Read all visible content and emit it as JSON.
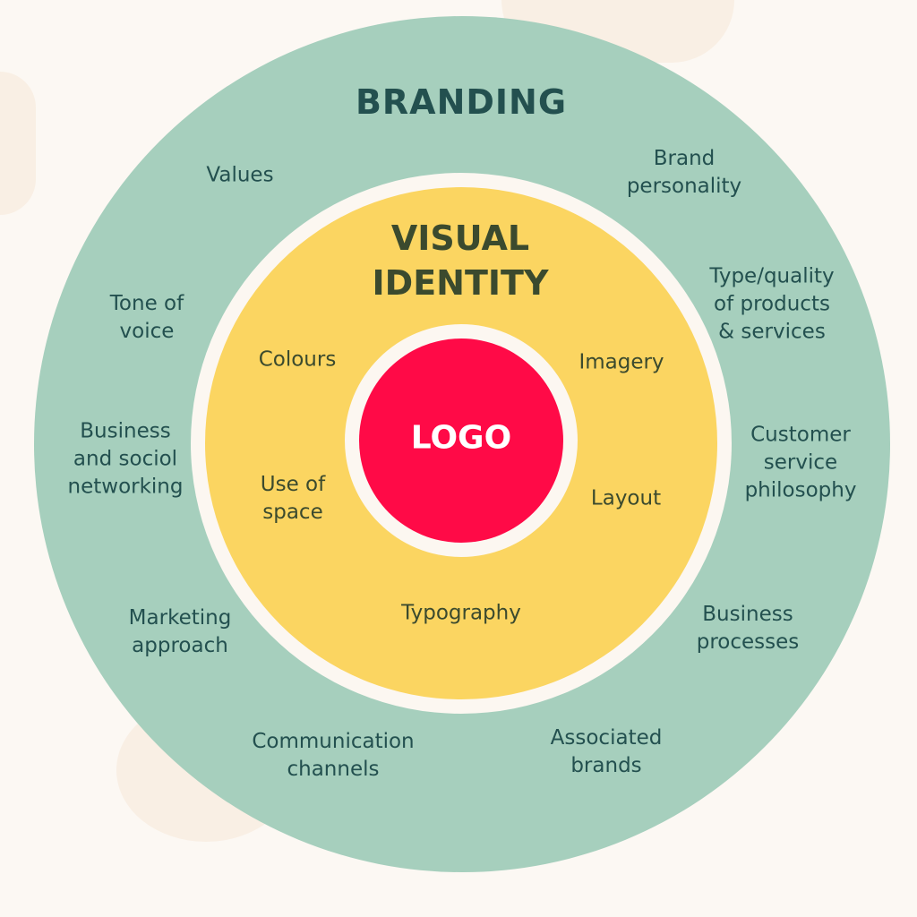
{
  "colors": {
    "outer": "#a6cfbd",
    "ring": "#fcf7f1",
    "visual": "#fbd561",
    "logo": "#ff0a47",
    "text": "#23504f"
  },
  "branding": {
    "title": "BRANDING",
    "items": [
      "Values",
      "Brand\npersonality",
      "Tone of\nvoice",
      "Type/quality\nof products\n& services",
      "Business\nand sociol\nnetworking",
      "Customer\nservice\nphilosophy",
      "Marketing\napproach",
      "Business\nprocesses",
      "Communication\nchannels",
      "Associated\nbrands"
    ]
  },
  "visual_identity": {
    "title": "VISUAL\nIDENTITY",
    "items": [
      "Colours",
      "Imagery",
      "Use of\nspace",
      "Layout",
      "Typography"
    ]
  },
  "logo": {
    "label": "LOGO"
  }
}
